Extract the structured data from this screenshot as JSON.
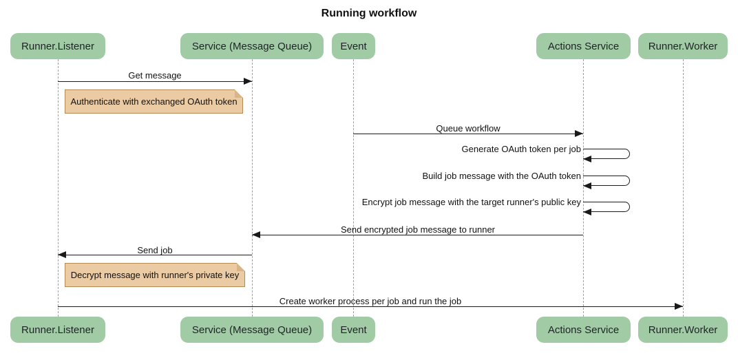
{
  "title": "Running workflow",
  "participants": [
    {
      "id": "runner-listener",
      "label": "Runner.Listener"
    },
    {
      "id": "service-message-queue",
      "label": "Service (Message Queue)"
    },
    {
      "id": "event",
      "label": "Event"
    },
    {
      "id": "actions-service",
      "label": "Actions Service"
    },
    {
      "id": "runner-worker",
      "label": "Runner.Worker"
    }
  ],
  "messages": [
    {
      "type": "arrow",
      "from": "Runner.Listener",
      "to": "Service (Message Queue)",
      "label": "Get message"
    },
    {
      "type": "note",
      "over": "Runner.Listener",
      "label": "Authenticate with exchanged OAuth token"
    },
    {
      "type": "arrow",
      "from": "Event",
      "to": "Actions Service",
      "label": "Queue workflow"
    },
    {
      "type": "self",
      "on": "Actions Service",
      "label": "Generate OAuth token per job"
    },
    {
      "type": "self",
      "on": "Actions Service",
      "label": "Build job message with the OAuth token"
    },
    {
      "type": "self",
      "on": "Actions Service",
      "label": "Encrypt job message with the target runner's public key"
    },
    {
      "type": "arrow",
      "from": "Actions Service",
      "to": "Service (Message Queue)",
      "label": "Send encrypted job message to runner"
    },
    {
      "type": "arrow",
      "from": "Service (Message Queue)",
      "to": "Runner.Listener",
      "label": "Send job"
    },
    {
      "type": "note",
      "over": "Runner.Listener",
      "label": "Decrypt message with runner's private key"
    },
    {
      "type": "arrow",
      "from": "Runner.Listener",
      "to": "Runner.Worker",
      "label": "Create worker process per job and run the job"
    }
  ],
  "colors": {
    "actor_fill": "#A0CBA4",
    "actor_text": "#1f2328",
    "note_fill": "#EBCBA4",
    "note_border": "#B38A52",
    "note_fold": "#D8B486",
    "line_color": "#1a1a1a",
    "lifeline_color": "#9e9e9e",
    "text_color": "#111111",
    "background": "#ffffff"
  }
}
